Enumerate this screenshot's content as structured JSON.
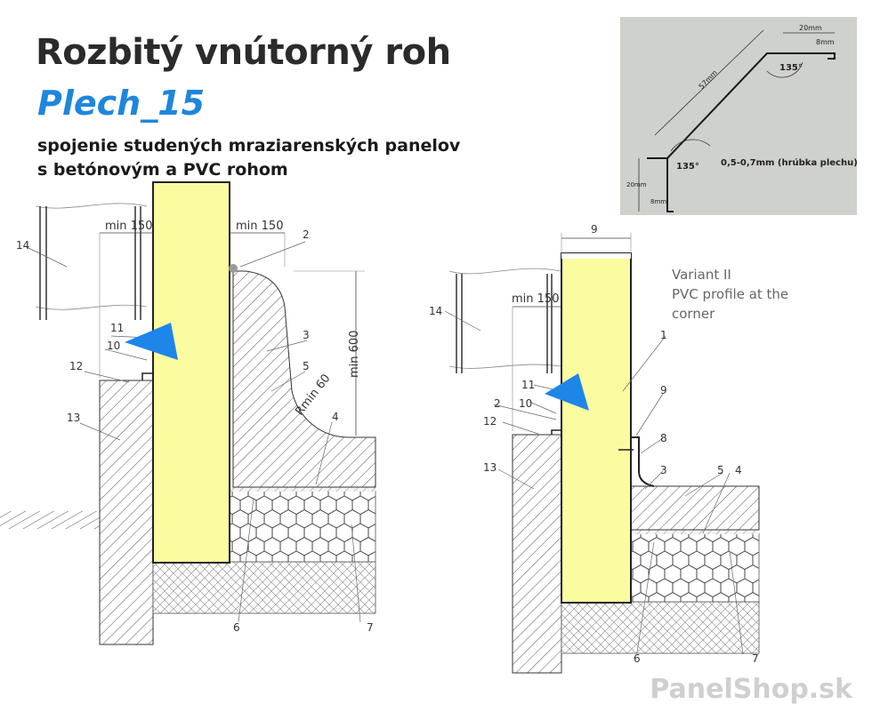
{
  "header": {
    "title": "Rozbitý vnútorný roh",
    "subtitle": "Plech_15",
    "description_line1": "spojenie studených mraziarenských panelov",
    "description_line2": "s betónovým a PVC rohom"
  },
  "inset": {
    "dim_top": "20mm",
    "dim_top_small": "8mm",
    "angle_top": "135°",
    "dim_diagonal": "57mm",
    "angle_bottom": "135°",
    "dim_left": "20mm",
    "dim_left_small": "8mm",
    "thickness_note": "0,5-0,7mm (hrúbka plechu)"
  },
  "left_drawing": {
    "dim_left": "min 150",
    "dim_right": "min 150",
    "dim_vertical": "min 600",
    "radius": "Rmin 60",
    "labels": [
      "14",
      "2",
      "11",
      "10",
      "3",
      "12",
      "5",
      "13",
      "4",
      "6",
      "7"
    ]
  },
  "right_drawing": {
    "variant_text": [
      "Variant II",
      "PVC profile at the",
      "corner"
    ],
    "dim_top": "9",
    "dim_left": "min 150",
    "labels": [
      "14",
      "1",
      "11",
      "9",
      "2",
      "10",
      "12",
      "8",
      "3",
      "5",
      "4",
      "13",
      "6",
      "7"
    ]
  },
  "brand": "PanelShop.sk",
  "colors": {
    "panel_fill": "#fbfba0",
    "title_blue": "#1e86dd",
    "arrow_blue": "#1e86e8",
    "inset_bg": "#cfd1cc"
  }
}
